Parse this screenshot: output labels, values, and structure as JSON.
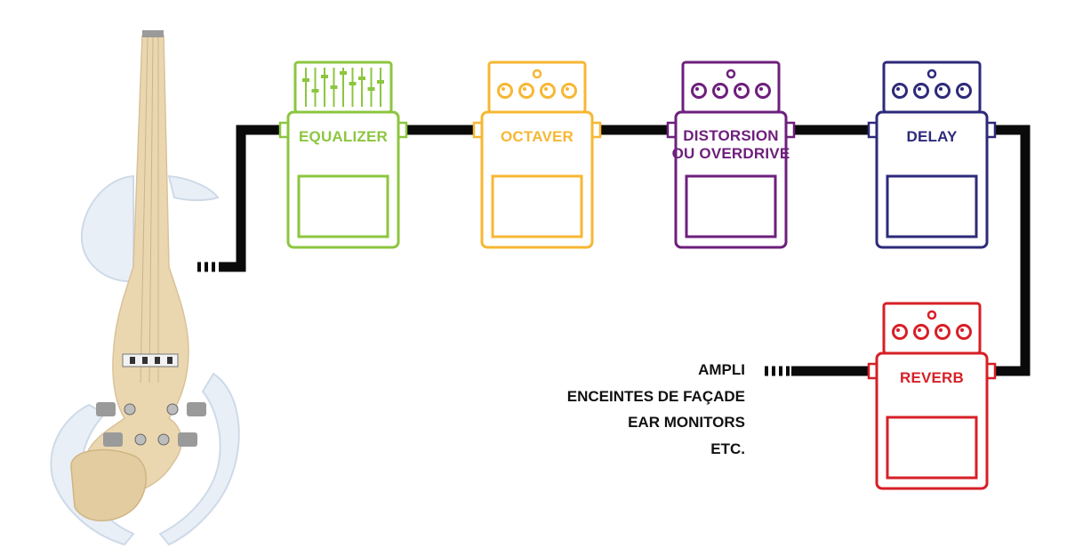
{
  "colors": {
    "cable": "#0a0a0a",
    "background": "#ffffff",
    "violin_wood": "#ead7b0",
    "violin_clear": "#dde6f2",
    "tuner": "#9a9a9a"
  },
  "violin": {
    "icon": "electric-violin"
  },
  "pedals": {
    "equalizer": {
      "label": "EQUALIZER",
      "color": "#8cc63f",
      "top_icon": "fader-sliders-icon"
    },
    "octaver": {
      "label": "OCTAVER",
      "color": "#f7b733",
      "top_icon": "knobs-icon"
    },
    "distortion": {
      "label_line1": "DISTORSION",
      "label_line2": "OU OVERDRIVE",
      "color": "#6d1f7c",
      "top_icon": "knobs-icon"
    },
    "delay": {
      "label": "DELAY",
      "color": "#2e2a7a",
      "top_icon": "knobs-icon"
    },
    "reverb": {
      "label": "REVERB",
      "color": "#d71f26",
      "top_icon": "knobs-icon"
    }
  },
  "output": {
    "lines": [
      "AMPLI",
      "ENCEINTES DE FAÇADE",
      "EAR MONITORS",
      "ETC."
    ]
  }
}
